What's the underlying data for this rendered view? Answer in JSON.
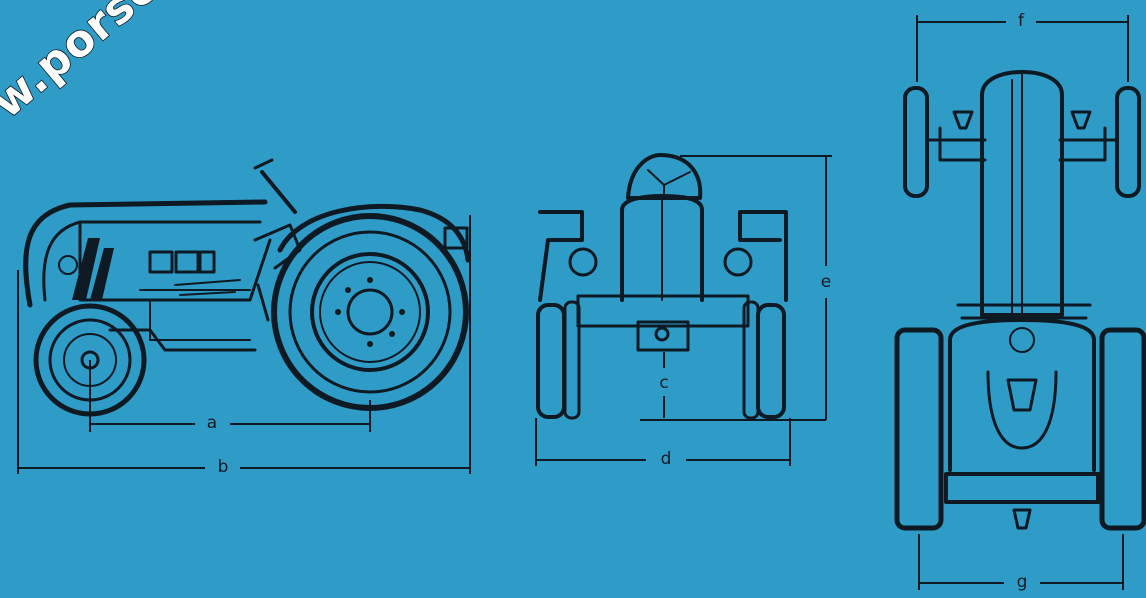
{
  "watermark": {
    "text": "w.porsc"
  },
  "labels": {
    "a": "a",
    "b": "b",
    "c": "c",
    "d": "d",
    "e": "e",
    "f": "f",
    "g": "g"
  },
  "colors": {
    "background": "#2f9cc7",
    "ink": "#0d1a24",
    "watermark_fill": "#ffffff"
  }
}
